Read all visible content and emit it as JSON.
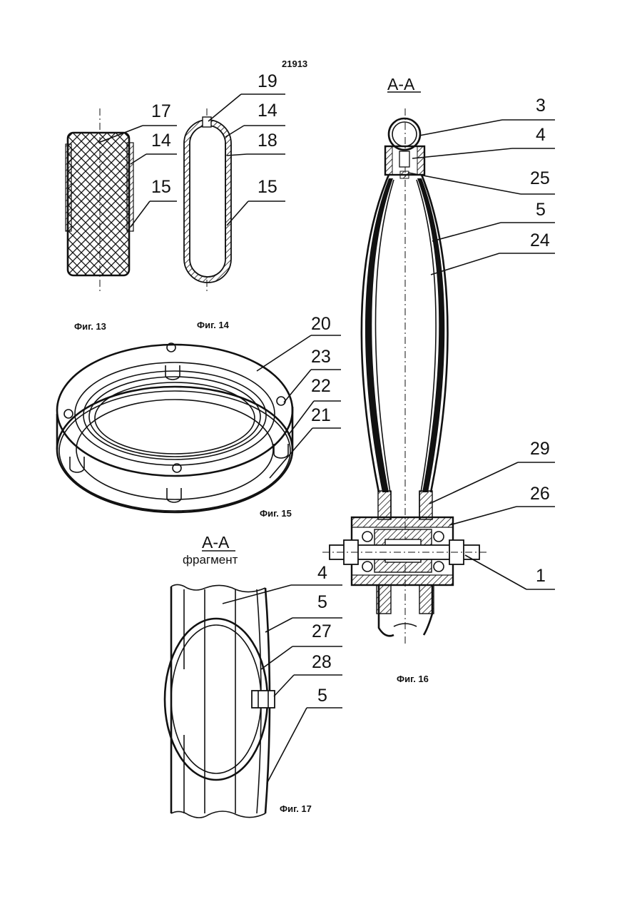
{
  "page_number": "21913",
  "captions": {
    "fig13": "Фиг. 13",
    "fig14": "Фиг. 14",
    "fig15": "Фиг. 15",
    "fig16": "Фиг. 16",
    "fig17": "Фиг. 17"
  },
  "section_titles": {
    "fig16": "А-А",
    "fig17": "А-А",
    "fig17_sub": "фрагмент"
  },
  "fig13_labels": [
    "17",
    "14",
    "15"
  ],
  "fig14_labels": [
    "19",
    "14",
    "18",
    "15"
  ],
  "fig15_labels": [
    "20",
    "23",
    "22",
    "21"
  ],
  "fig16_labels": [
    "3",
    "4",
    "25",
    "5",
    "24",
    "29",
    "26",
    "1"
  ],
  "fig17_labels": [
    "4",
    "5",
    "27",
    "28",
    "5"
  ]
}
